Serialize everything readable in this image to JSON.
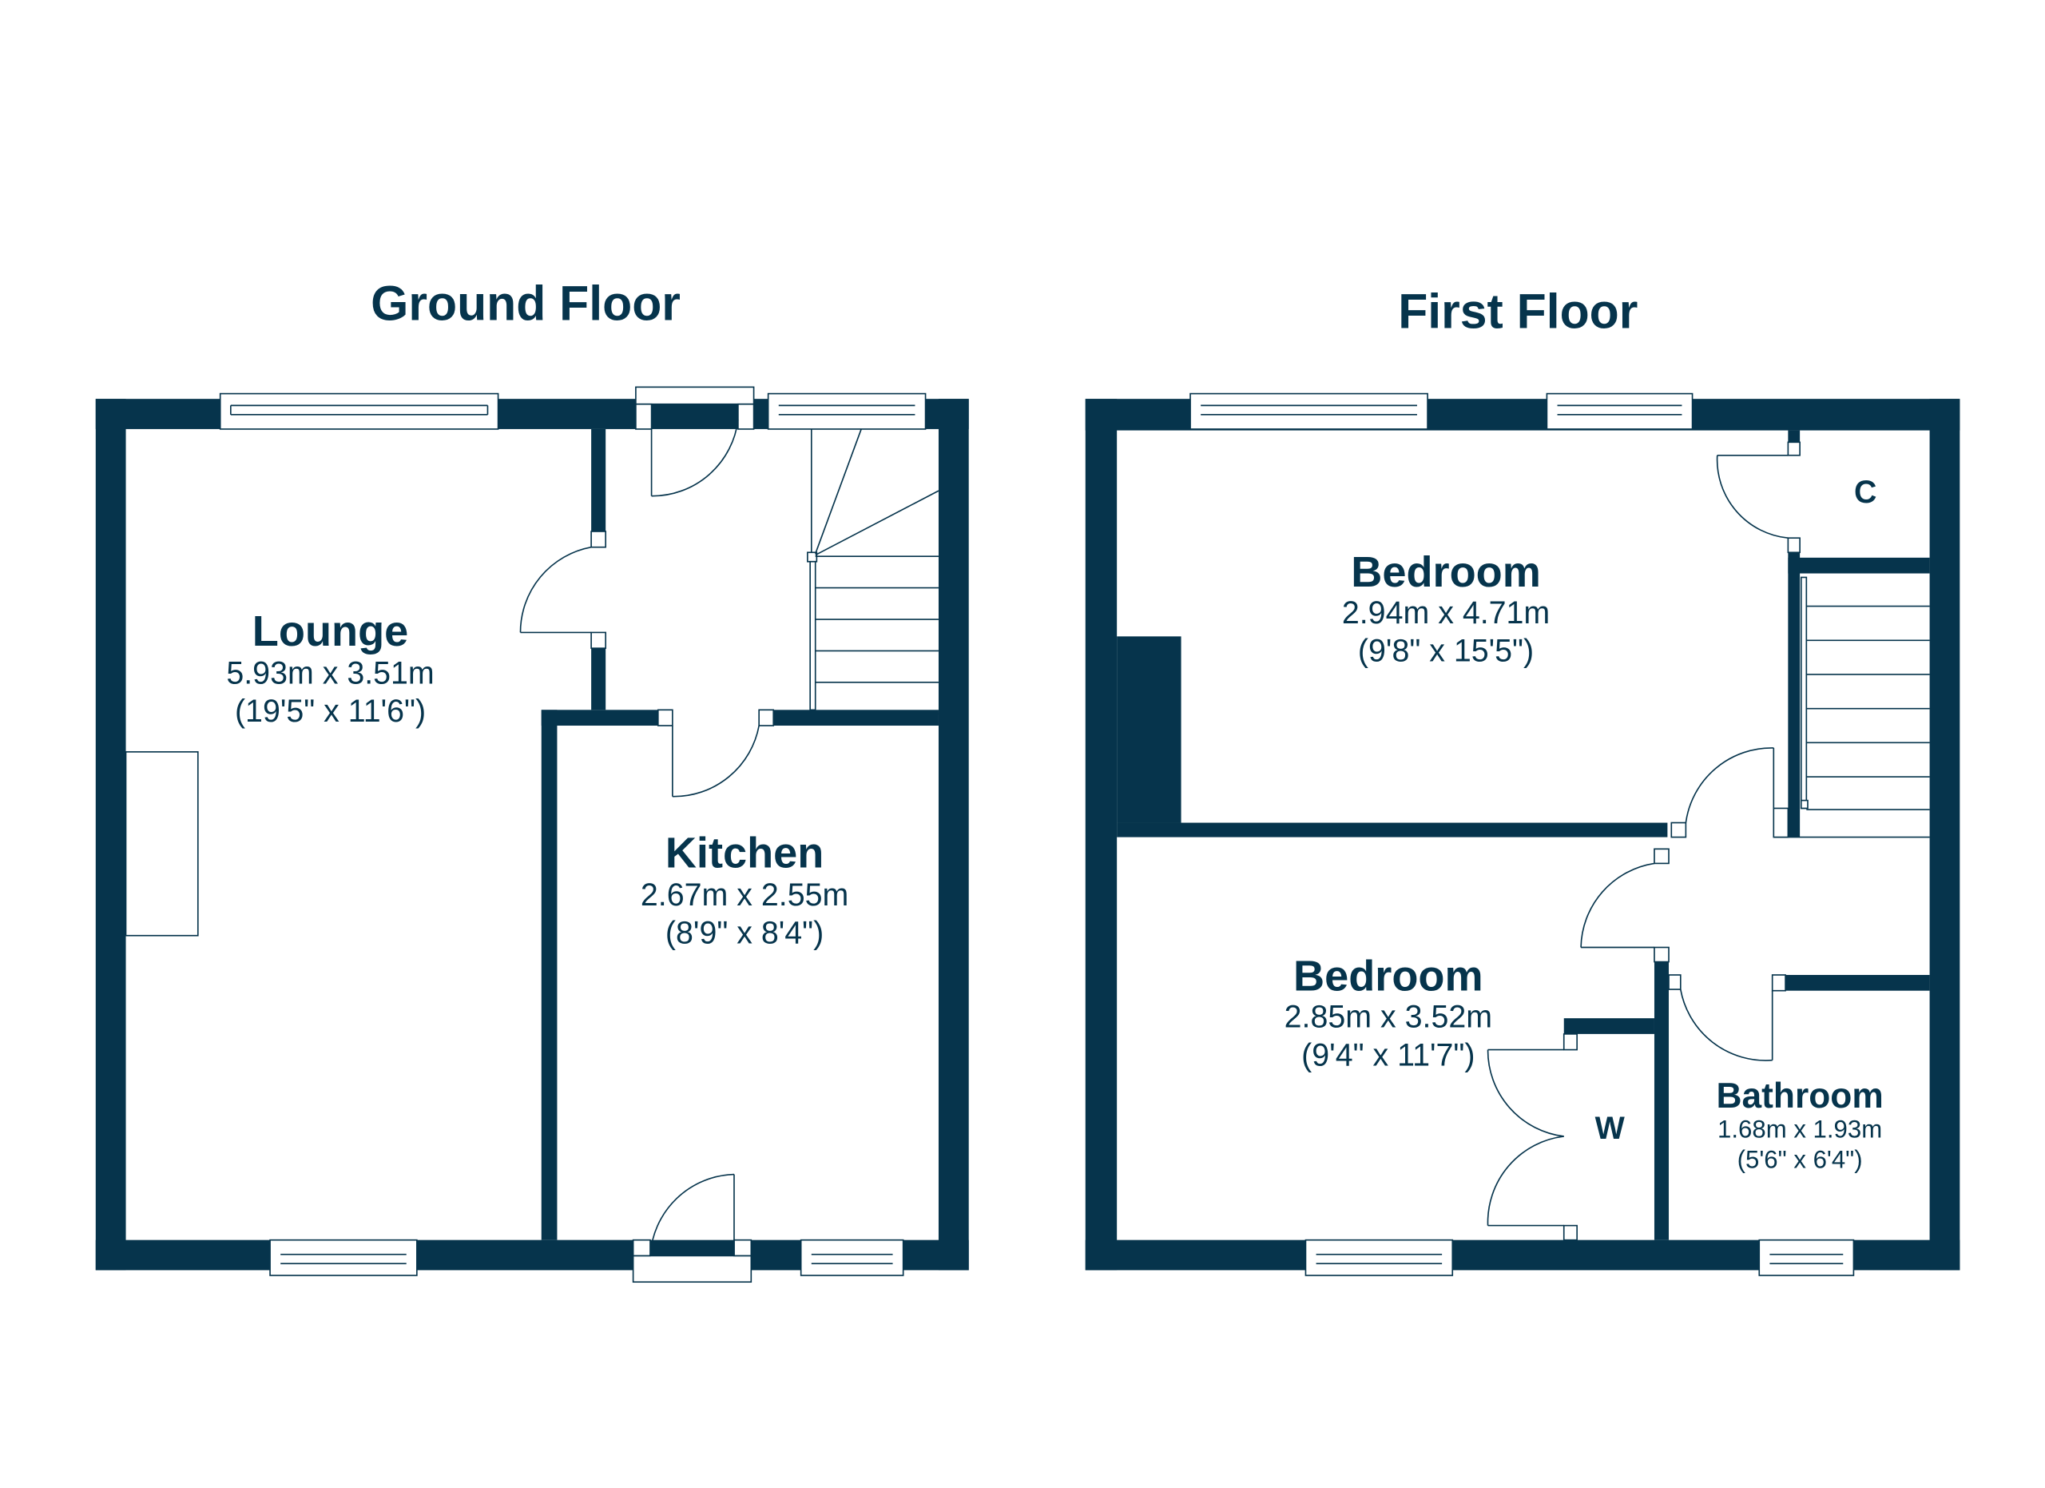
{
  "colors": {
    "wall": "#06344c",
    "background": "#ffffff"
  },
  "ground_floor": {
    "title": "Ground Floor",
    "rooms": [
      {
        "name": "Lounge",
        "metric": "5.93m x 3.51m",
        "imperial": "(19'5\" x 11'6\")"
      },
      {
        "name": "Kitchen",
        "metric": "2.67m x 2.55m",
        "imperial": "(8'9\" x 8'4\")"
      }
    ]
  },
  "first_floor": {
    "title": "First Floor",
    "rooms": [
      {
        "name": "Bedroom",
        "metric": "2.94m x 4.71m",
        "imperial": "(9'8\" x 15'5\")"
      },
      {
        "name": "Bedroom",
        "metric": "2.85m x 3.52m",
        "imperial": "(9'4\" x 11'7\")"
      },
      {
        "name": "Bathroom",
        "metric": "1.68m x 1.93m",
        "imperial": "(5'6\" x 6'4\")"
      }
    ],
    "labels": {
      "cupboard": "C",
      "wardrobe": "W"
    }
  }
}
